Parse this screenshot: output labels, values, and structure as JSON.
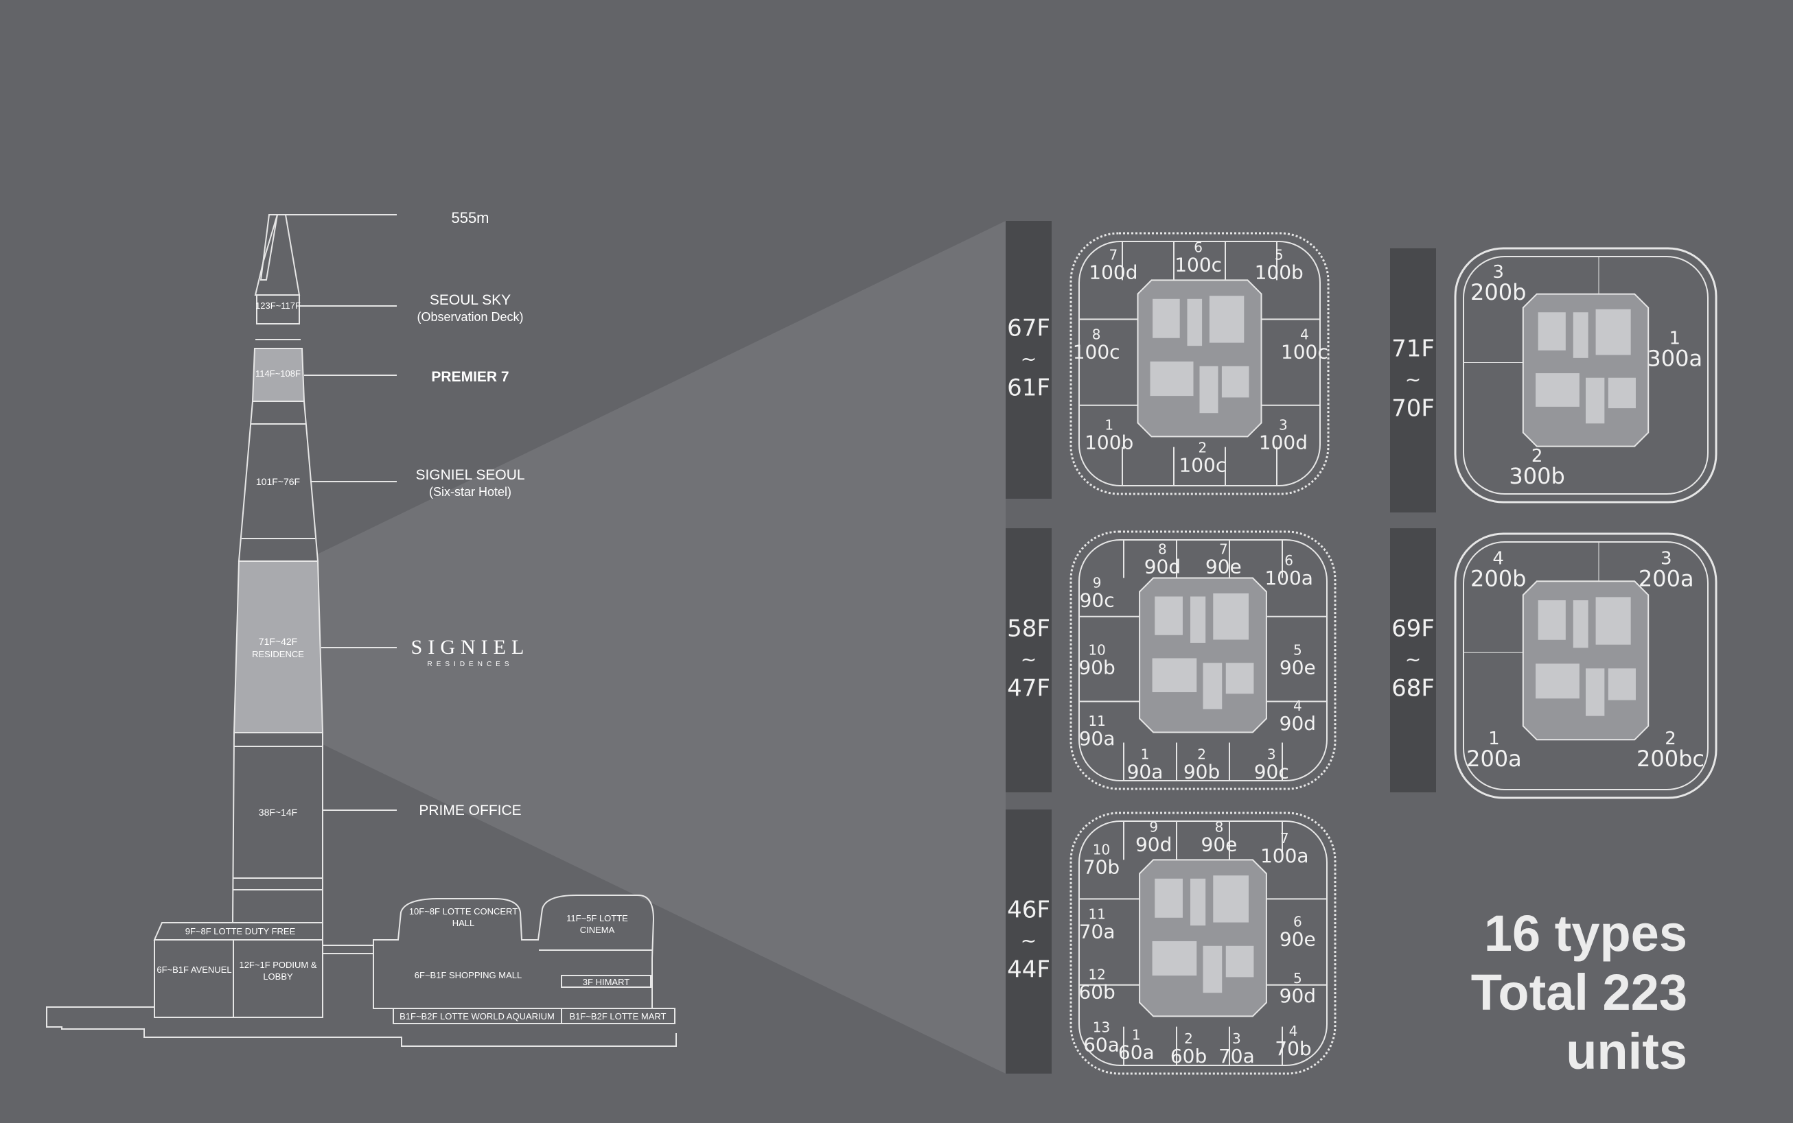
{
  "tower": {
    "height_label": "555m",
    "sections": {
      "observation": {
        "floors": "123F~117F",
        "name": "SEOUL SKY",
        "subtitle": "(Observation Deck)"
      },
      "premier": {
        "floors": "114F~108F",
        "name": "PREMIER 7"
      },
      "hotel": {
        "floors": "101F~76F",
        "name": "SIGNIEL SEOUL",
        "subtitle": "(Six-star Hotel)"
      },
      "residence": {
        "floors": "71F~42F",
        "floors_sub": "RESIDENCE",
        "logo_text": "SIGNIEL",
        "logo_sub": "RESIDENCES"
      },
      "office": {
        "floors": "38F~14F",
        "name": "PRIME OFFICE"
      }
    },
    "podium": {
      "duty_free": "9F~8F LOTTE DUTY FREE",
      "avenuel": "6F~B1F AVENUEL",
      "lobby": "12F~1F PODIUM & LOBBY",
      "concert_hall": "10F~8F LOTTE CONCERT HALL",
      "cinema": "11F~5F LOTTE CINEMA",
      "shopping_mall": "6F~B1F SHOPPING MALL",
      "himart": "3F HIMART",
      "aquarium": "B1F~B2F LOTTE WORLD AQUARIUM",
      "mart": "B1F~B2F  LOTTE MART"
    }
  },
  "floor_groups": [
    {
      "top": "67F",
      "sep": "~",
      "bottom": "61F",
      "units": [
        {
          "num": "7",
          "type": "100d"
        },
        {
          "num": "6",
          "type": "100c"
        },
        {
          "num": "5",
          "type": "100b"
        },
        {
          "num": "8",
          "type": "100c"
        },
        {
          "num": "4",
          "type": "100c"
        },
        {
          "num": "1",
          "type": "100b"
        },
        {
          "num": "2",
          "type": "100c"
        },
        {
          "num": "3",
          "type": "100d"
        }
      ]
    },
    {
      "top": "58F",
      "sep": "~",
      "bottom": "47F",
      "units": [
        {
          "num": "8",
          "type": "90d"
        },
        {
          "num": "7",
          "type": "90e"
        },
        {
          "num": "6",
          "type": "100a"
        },
        {
          "num": "9",
          "type": "90c"
        },
        {
          "num": "10",
          "type": "90b"
        },
        {
          "num": "11",
          "type": "90a"
        },
        {
          "num": "5",
          "type": "90e"
        },
        {
          "num": "4",
          "type": "90d"
        },
        {
          "num": "1",
          "type": "90a"
        },
        {
          "num": "2",
          "type": "90b"
        },
        {
          "num": "3",
          "type": "90c"
        }
      ]
    },
    {
      "top": "46F",
      "sep": "~",
      "bottom": "44F",
      "units": [
        {
          "num": "9",
          "type": "90d"
        },
        {
          "num": "8",
          "type": "90e"
        },
        {
          "num": "7",
          "type": "100a"
        },
        {
          "num": "10",
          "type": "70b"
        },
        {
          "num": "11",
          "type": "70a"
        },
        {
          "num": "12",
          "type": "60b"
        },
        {
          "num": "13",
          "type": "60a"
        },
        {
          "num": "6",
          "type": "90e"
        },
        {
          "num": "5",
          "type": "90d"
        },
        {
          "num": "1",
          "type": "60a"
        },
        {
          "num": "2",
          "type": "60b"
        },
        {
          "num": "3",
          "type": "70a"
        },
        {
          "num": "4",
          "type": "70b"
        }
      ]
    },
    {
      "top": "71F",
      "sep": "~",
      "bottom": "70F",
      "units": [
        {
          "num": "3",
          "type": "200b"
        },
        {
          "num": "1",
          "type": "300a"
        },
        {
          "num": "2",
          "type": "300b"
        }
      ]
    },
    {
      "top": "69F",
      "sep": "~",
      "bottom": "68F",
      "units": [
        {
          "num": "4",
          "type": "200b"
        },
        {
          "num": "3",
          "type": "200a"
        },
        {
          "num": "1",
          "type": "200a"
        },
        {
          "num": "2",
          "type": "200bc"
        }
      ]
    }
  ],
  "summary": {
    "line1": "16 types",
    "line2": "Total 223",
    "line3": "units"
  },
  "colors": {
    "background": "#636468",
    "floor_bar": "#48494c",
    "plan_core": "#95969a",
    "highlight": "#a9aaae",
    "lines": "#e8e8e8"
  }
}
